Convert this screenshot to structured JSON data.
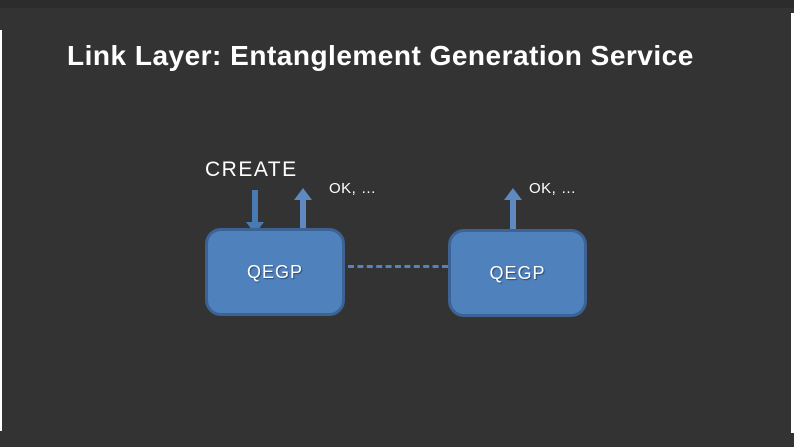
{
  "slide": {
    "title": "Link Layer: Entanglement Generation Service",
    "background_color": "#333333",
    "title_color": "#ffffff",
    "edge_line_color": "#ffffff"
  },
  "diagram": {
    "create_label": "CREATE",
    "ok_labels": [
      "OK, …",
      "OK, …"
    ],
    "nodes": [
      {
        "label": "QEGP"
      },
      {
        "label": "QEGP"
      }
    ],
    "colors": {
      "node_fill": "#4f81bd",
      "node_border": "#3d6394",
      "arrow_down": "#4a7ab2",
      "arrow_up": "#5e8ac1",
      "dashed_link": "#5583bb",
      "label_text": "#ffffff"
    }
  }
}
